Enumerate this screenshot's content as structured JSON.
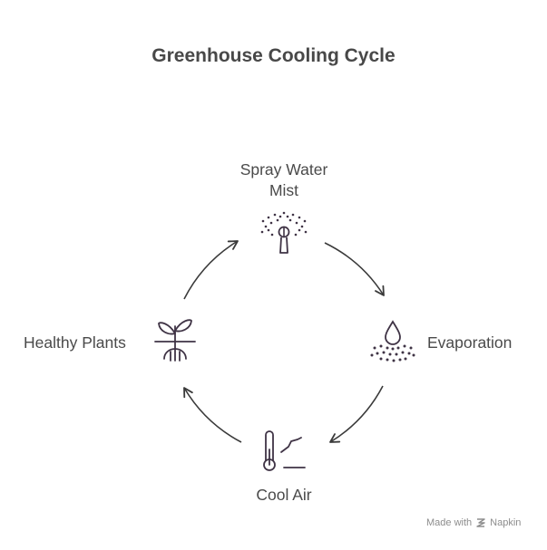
{
  "title": "Greenhouse Cooling Cycle",
  "nodes": {
    "top": {
      "line1": "Spray Water",
      "line2": "Mist",
      "icon": "sprinkler-icon"
    },
    "right": {
      "label": "Evaporation",
      "icon": "water-drop-icon"
    },
    "bottom": {
      "label": "Cool Air",
      "icon": "thermometer-icon"
    },
    "left": {
      "label": "Healthy Plants",
      "icon": "sprout-icon"
    }
  },
  "footer": {
    "made_with": "Made with",
    "brand": "Napkin"
  },
  "colors": {
    "icon": "#3f3345",
    "arrow": "#3a3a3a",
    "text": "#4a4a4a"
  }
}
